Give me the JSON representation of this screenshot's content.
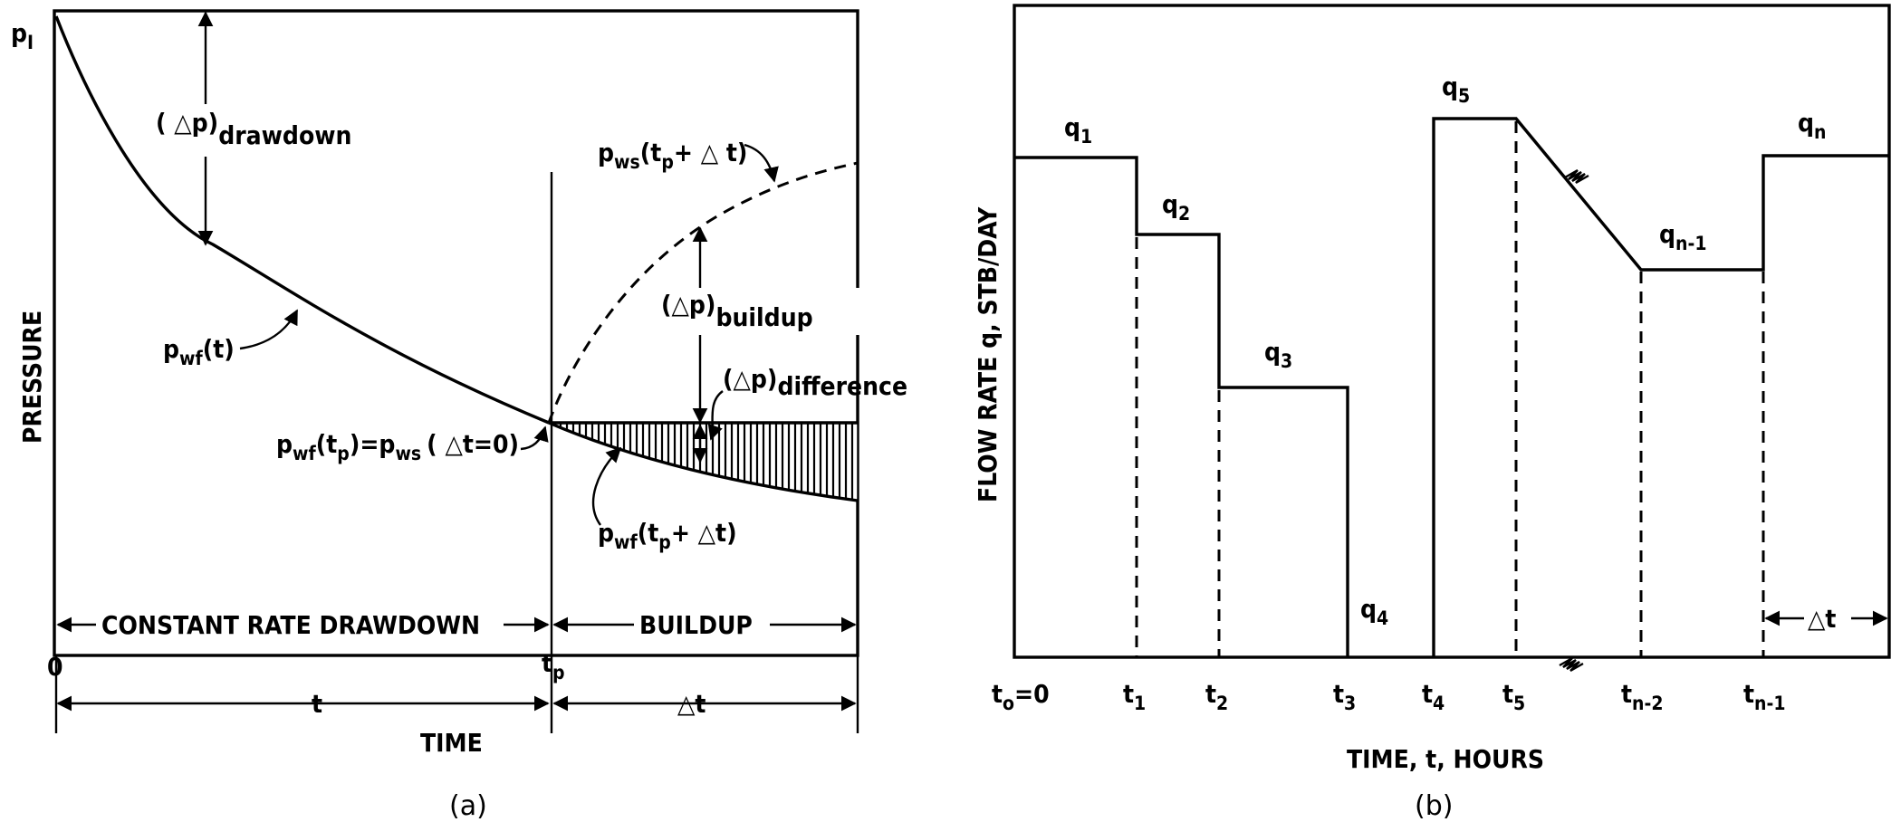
{
  "panel_a": {
    "caption": "(a)",
    "y_axis_label": "PRESSURE",
    "x_axis_label": "TIME",
    "p_initial": {
      "main": "p",
      "sub": "I"
    },
    "origin": "0",
    "tp_tick": {
      "main": "t",
      "sub": "p"
    },
    "span_t": "t",
    "span_dt": "△t",
    "drawdown_label": "CONSTANT RATE DRAWDOWN",
    "buildup_label": "BUILDUP",
    "dp_drawdown": {
      "main": "( △p)",
      "sub": "drawdown"
    },
    "dp_buildup": {
      "main": "(△p)",
      "sub": "buildup"
    },
    "dp_difference": {
      "main": "(△p)",
      "sub": "difference"
    },
    "pws_curve": {
      "p": "p",
      "p_sub": "ws",
      "arg": "(t",
      "arg_sub": "p",
      "arg_tail": "+ △ t)"
    },
    "pwf_curve": {
      "p": "p",
      "p_sub": "wf",
      "arg": "(t)"
    },
    "pwf_shifted": {
      "p": "p",
      "p_sub": "wf",
      "arg": "(t",
      "arg_sub": "p",
      "arg_tail": "+ △t)"
    },
    "equality": {
      "p1": "p",
      "p1_sub": "wf",
      "arg1": "(t",
      "arg1_sub": "p",
      "mid": ")=p",
      "p2_sub": "ws",
      "tail": "( △t=0)"
    }
  },
  "panel_b": {
    "caption": "(b)",
    "y_axis_label": "FLOW RATE q, STB/DAY",
    "x_axis_label": "TIME, t, HOURS",
    "rates": [
      {
        "main": "q",
        "sub": "1"
      },
      {
        "main": "q",
        "sub": "2"
      },
      {
        "main": "q",
        "sub": "3"
      },
      {
        "main": "q",
        "sub": "4"
      },
      {
        "main": "q",
        "sub": "5"
      },
      {
        "main": "q",
        "sub": "n-1"
      },
      {
        "main": "q",
        "sub": "n"
      }
    ],
    "times": [
      {
        "main": "t",
        "sub": "o",
        "tail": "=0"
      },
      {
        "main": "t",
        "sub": "1",
        "tail": ""
      },
      {
        "main": "t",
        "sub": "2",
        "tail": ""
      },
      {
        "main": "t",
        "sub": "3",
        "tail": ""
      },
      {
        "main": "t",
        "sub": "4",
        "tail": ""
      },
      {
        "main": "t",
        "sub": "5",
        "tail": ""
      },
      {
        "main": "t",
        "sub": "n-2",
        "tail": ""
      },
      {
        "main": "t",
        "sub": "n-1",
        "tail": ""
      }
    ],
    "span_dt": "△t"
  }
}
